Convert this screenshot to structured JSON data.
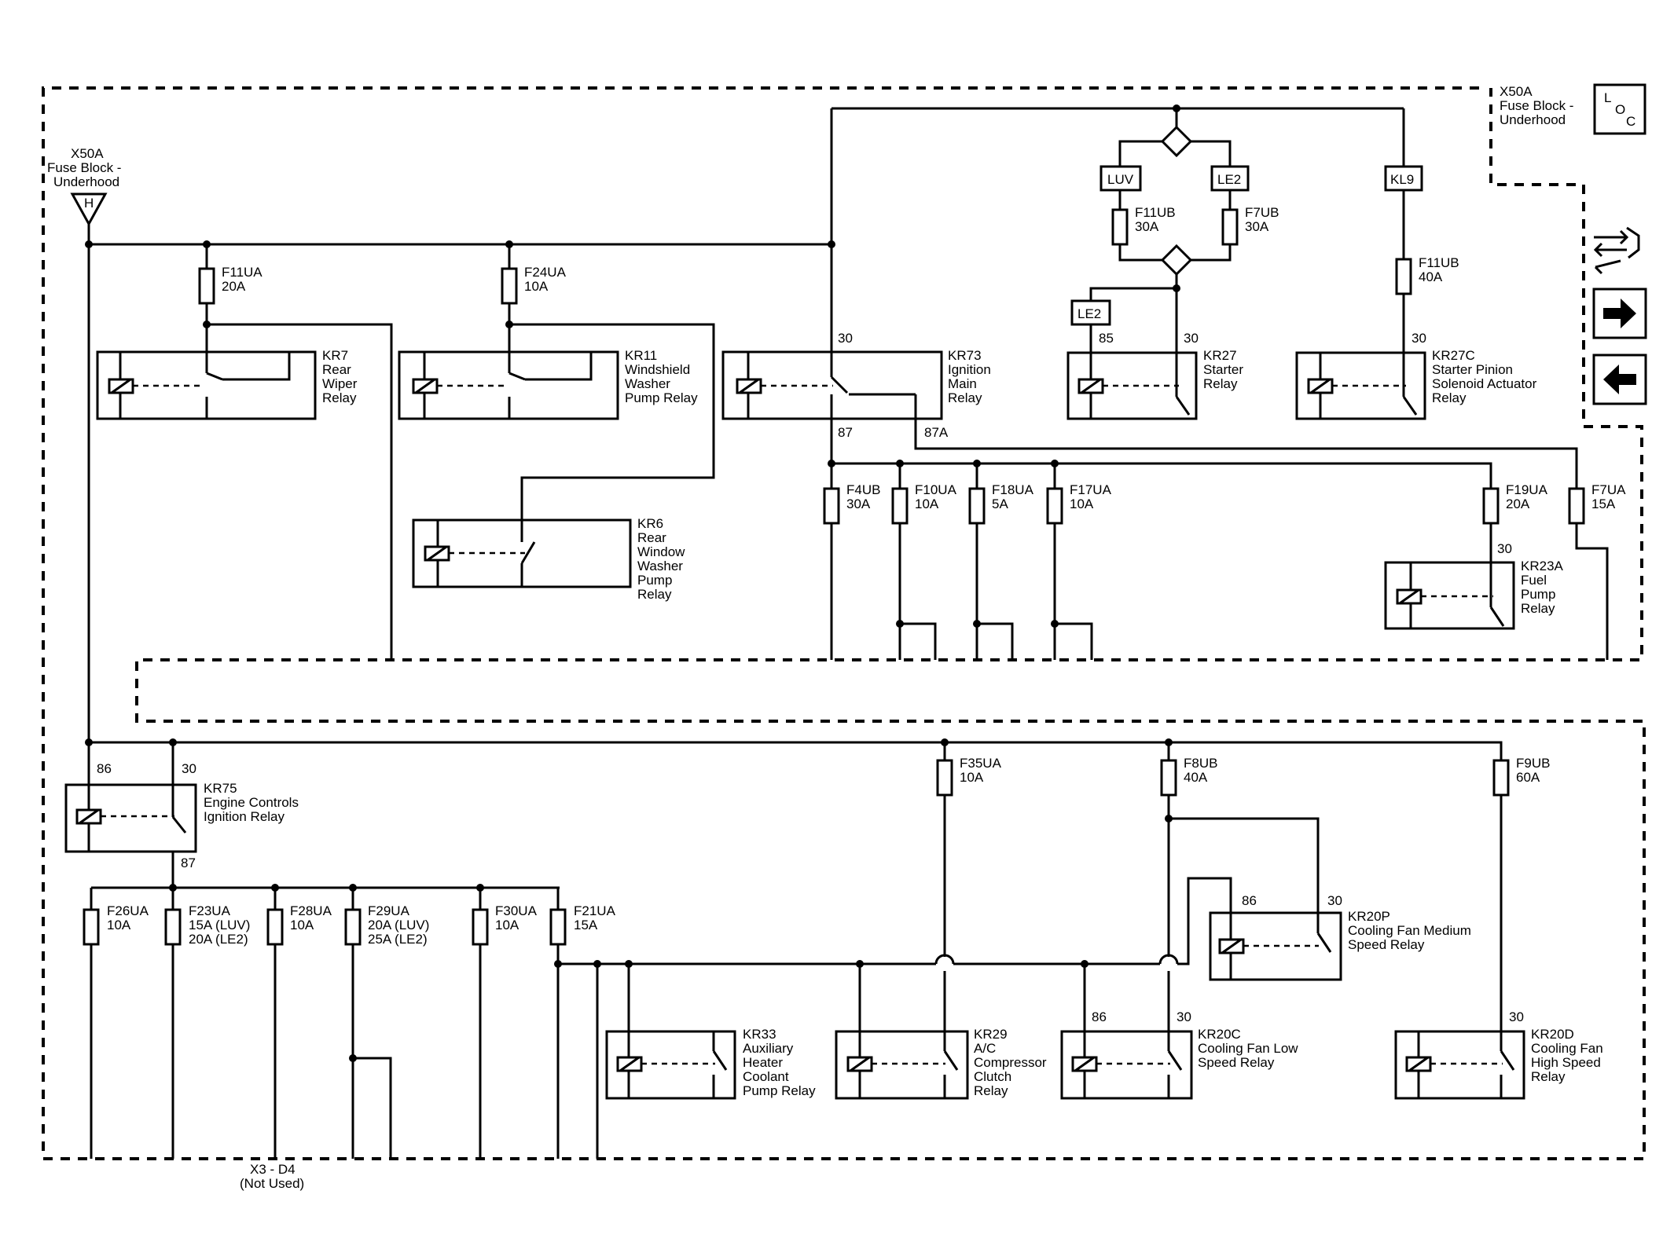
{
  "location": {
    "code": "X50A",
    "name_line1": "Fuse Block -",
    "name_line2": "Underhood",
    "loc_letters": [
      "L",
      "O",
      "C"
    ]
  },
  "feed": {
    "code": "X50A",
    "line1": "Fuse Block -",
    "line2": "Underhood",
    "pin": "H"
  },
  "fuses": {
    "F11UA": {
      "name": "F11UA",
      "rating": "20A"
    },
    "F24UA": {
      "name": "F24UA",
      "rating": "10A"
    },
    "F11UB_top": {
      "name": "F11UB",
      "rating": "30A"
    },
    "F7UB": {
      "name": "F7UB",
      "rating": "30A"
    },
    "F11UB_kl9": {
      "name": "F11UB",
      "rating": "40A"
    },
    "F4UB": {
      "name": "F4UB",
      "rating": "30A"
    },
    "F10UA": {
      "name": "F10UA",
      "rating": "10A"
    },
    "F18UA": {
      "name": "F18UA",
      "rating": "5A"
    },
    "F17UA": {
      "name": "F17UA",
      "rating": "10A"
    },
    "F19UA": {
      "name": "F19UA",
      "rating": "20A"
    },
    "F7UA": {
      "name": "F7UA",
      "rating": "15A"
    },
    "F35UA": {
      "name": "F35UA",
      "rating": "10A"
    },
    "F8UB": {
      "name": "F8UB",
      "rating": "40A"
    },
    "F9UB": {
      "name": "F9UB",
      "rating": "60A"
    },
    "F26UA": {
      "name": "F26UA",
      "rating": "10A"
    },
    "F23UA": {
      "name": "F23UA",
      "rating": "15A (LUV)",
      "rating2": "20A (LE2)"
    },
    "F28UA": {
      "name": "F28UA",
      "rating": "10A"
    },
    "F29UA": {
      "name": "F29UA",
      "rating": "20A (LUV)",
      "rating2": "25A (LE2)"
    },
    "F30UA": {
      "name": "F30UA",
      "rating": "10A"
    },
    "F21UA": {
      "name": "F21UA",
      "rating": "15A"
    }
  },
  "options": {
    "LUV": "LUV",
    "LE2_top": "LE2",
    "LE2_left": "LE2",
    "KL9": "KL9"
  },
  "relays": {
    "KR7": {
      "id": "KR7",
      "lines": [
        "Rear",
        "Wiper",
        "Relay"
      ]
    },
    "KR11": {
      "id": "KR11",
      "lines": [
        "Windshield",
        "Washer",
        "Pump Relay"
      ]
    },
    "KR73": {
      "id": "KR73",
      "lines": [
        "Ignition",
        "Main",
        "Relay"
      ]
    },
    "KR27": {
      "id": "KR27",
      "lines": [
        "Starter",
        "Relay"
      ]
    },
    "KR27C": {
      "id": "KR27C",
      "lines": [
        "Starter Pinion",
        "Solenoid Actuator",
        "Relay"
      ]
    },
    "KR6": {
      "id": "KR6",
      "lines": [
        "Rear",
        "Window",
        "Washer",
        "Pump",
        "Relay"
      ]
    },
    "KR23A": {
      "id": "KR23A",
      "lines": [
        "Fuel",
        "Pump",
        "Relay"
      ]
    },
    "KR75": {
      "id": "KR75",
      "lines": [
        "Engine Controls",
        "Ignition Relay"
      ]
    },
    "KR20P": {
      "id": "KR20P",
      "lines": [
        "Cooling Fan Medium",
        "Speed Relay"
      ]
    },
    "KR33": {
      "id": "KR33",
      "lines": [
        "Auxiliary",
        "Heater",
        "Coolant",
        "Pump Relay"
      ]
    },
    "KR29": {
      "id": "KR29",
      "lines": [
        "A/C",
        "Compressor",
        "Clutch",
        "Relay"
      ]
    },
    "KR20C": {
      "id": "KR20C",
      "lines": [
        "Cooling Fan Low",
        "Speed Relay"
      ]
    },
    "KR20D": {
      "id": "KR20D",
      "lines": [
        "Cooling Fan",
        "High Speed",
        "Relay"
      ]
    }
  },
  "pins": {
    "kr73_30": "30",
    "kr73_87": "87",
    "kr73_87a": "87A",
    "kr27_85": "85",
    "kr27_30": "30",
    "kr27c_30": "30",
    "kr23a_30": "30",
    "kr75_86": "86",
    "kr75_30": "30",
    "kr75_87": "87",
    "kr20p_86": "86",
    "kr20p_30": "30",
    "kr20c_86": "86",
    "kr20c_30": "30",
    "kr20d_30": "30"
  },
  "connector": {
    "line1": "X3 - D4",
    "line2": "(Not Used)"
  },
  "nav_icons": [
    "connector-tool-icon",
    "arrow-right-icon",
    "arrow-left-icon"
  ]
}
